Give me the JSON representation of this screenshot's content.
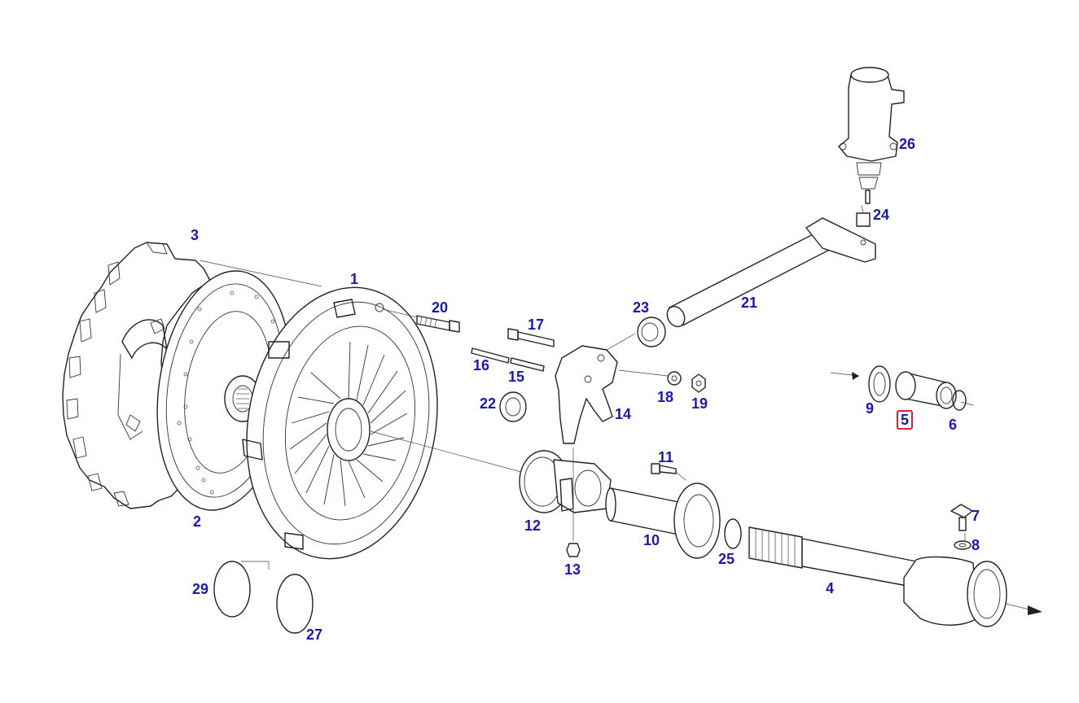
{
  "labels": [
    {
      "id": "1",
      "text": "1"
    },
    {
      "id": "2",
      "text": "2"
    },
    {
      "id": "3",
      "text": "3"
    },
    {
      "id": "4",
      "text": "4"
    },
    {
      "id": "5",
      "text": "5",
      "selected": true
    },
    {
      "id": "6",
      "text": "6"
    },
    {
      "id": "7",
      "text": "7"
    },
    {
      "id": "8",
      "text": "8"
    },
    {
      "id": "9",
      "text": "9"
    },
    {
      "id": "10",
      "text": "10"
    },
    {
      "id": "11",
      "text": "11"
    },
    {
      "id": "12",
      "text": "12"
    },
    {
      "id": "13",
      "text": "13"
    },
    {
      "id": "14",
      "text": "14"
    },
    {
      "id": "15",
      "text": "15"
    },
    {
      "id": "16",
      "text": "16"
    },
    {
      "id": "17",
      "text": "17"
    },
    {
      "id": "18",
      "text": "18"
    },
    {
      "id": "19",
      "text": "19"
    },
    {
      "id": "20",
      "text": "20"
    },
    {
      "id": "21",
      "text": "21"
    },
    {
      "id": "22",
      "text": "22"
    },
    {
      "id": "23",
      "text": "23"
    },
    {
      "id": "24",
      "text": "24"
    },
    {
      "id": "25",
      "text": "25"
    },
    {
      "id": "26",
      "text": "26"
    },
    {
      "id": "27",
      "text": "27"
    },
    {
      "id": "29",
      "text": "29"
    }
  ],
  "colors": {
    "label": "#1a1aa6",
    "highlight": "#d9262c",
    "line": "#222222"
  }
}
